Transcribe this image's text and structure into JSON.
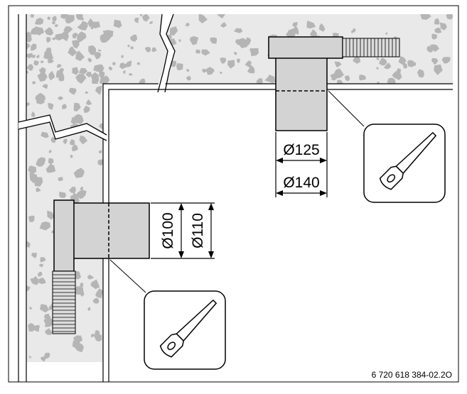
{
  "dimensions": {
    "top_inner": "Ø125",
    "top_outer": "Ø140",
    "left_inner": "Ø100",
    "left_outer": "Ø110"
  },
  "figure_number": "6 720 618 384-02.2O",
  "icons": [
    "saw-icon",
    "saw-icon"
  ],
  "colors": {
    "concrete": "#e9e9e9",
    "pipe": "#d3d3d3",
    "stone": "#b5b5b5",
    "line": "#000000"
  }
}
